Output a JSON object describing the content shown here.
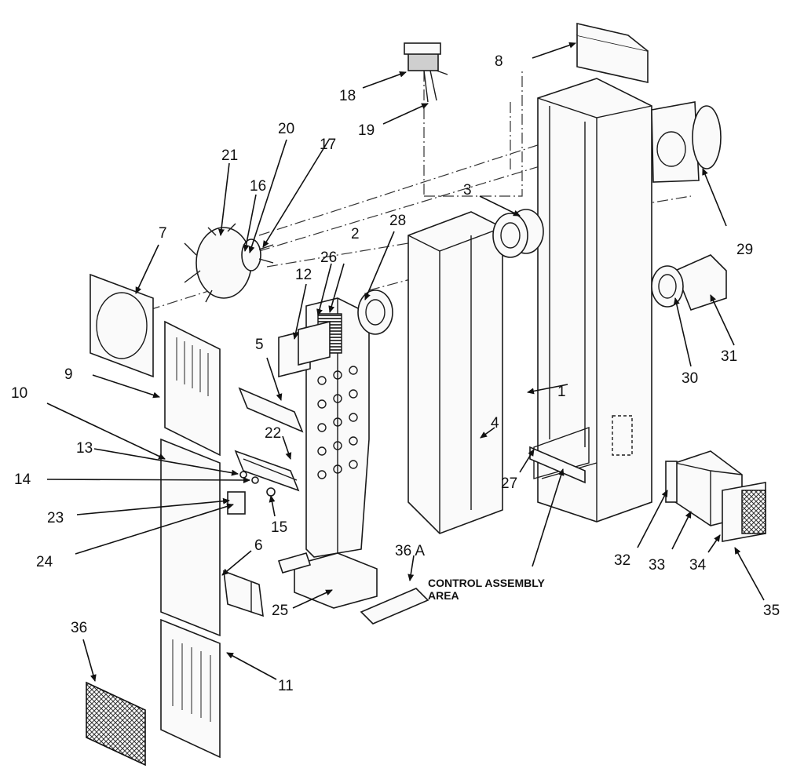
{
  "callouts": {
    "c1": "1",
    "c2": "2",
    "c3": "3",
    "c4": "4",
    "c5": "5",
    "c6": "6",
    "c7": "7",
    "c8": "8",
    "c9": "9",
    "c10": "10",
    "c11": "11",
    "c12": "12",
    "c13": "13",
    "c14": "14",
    "c15": "15",
    "c16": "16",
    "c17": "17",
    "c18": "18",
    "c19": "19",
    "c20": "20",
    "c21": "21",
    "c22": "22",
    "c23": "23",
    "c24": "24",
    "c25": "25",
    "c26": "26",
    "c27": "27",
    "c28": "28",
    "c29": "29",
    "c30": "30",
    "c31": "31",
    "c32": "32",
    "c33": "33",
    "c34": "34",
    "c35": "35",
    "c36": "36",
    "c36a": "36 A"
  },
  "caption": {
    "line1": "CONTROL ASSEMBLY",
    "line2": "AREA"
  },
  "colors": {
    "ink": "#111111",
    "background": "#ffffff"
  }
}
